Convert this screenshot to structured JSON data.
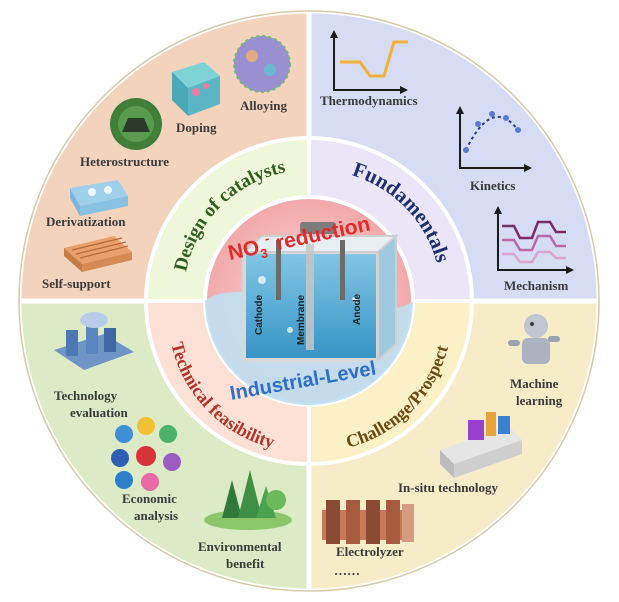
{
  "center": {
    "title_main": "NO",
    "title_sub": "3",
    "title_sup": "-",
    "title_rest": " reduction",
    "bottom_title": "Industrial-Level",
    "cell_labels": [
      "Cathode",
      "Membrane",
      "Anode"
    ]
  },
  "ring": {
    "design": "Design of catalysts",
    "fundamentals": "Fundamentals",
    "technical": "Technical feasibility",
    "challenge": "Challenge/Prospect"
  },
  "outer": {
    "design": {
      "labels": [
        "Alloying",
        "Doping",
        "Heterostructure",
        "Derivatization",
        "Self-support"
      ]
    },
    "fundamentals": {
      "labels": [
        "Thermodynamics",
        "Kinetics",
        "Mechanism"
      ]
    },
    "technical": {
      "labels": [
        "Technology",
        "evaluation",
        "Economic",
        "analysis",
        "Environmental",
        "benefit"
      ]
    },
    "challenge": {
      "labels": [
        "Machine",
        "learning",
        "In-situ technology",
        "Electrolyzer",
        "……"
      ]
    }
  },
  "colors": {
    "design": "#f4d3bd",
    "fundamentals": "#d7dcf5",
    "technical": "#dcebc6",
    "challenge": "#f6ecc8",
    "ring_design": "#eef7da",
    "ring_fund": "#ebe6f7",
    "ring_tech": "#fde1d6",
    "ring_chal": "#fbf0c6",
    "title_red": "#e32a2a",
    "title_blue": "#2f6fc8",
    "dark_blue": "#1f2f6e",
    "dark_red": "#b0342a",
    "dark_green": "#2f5d1c",
    "dark_brown": "#6a4a14"
  }
}
